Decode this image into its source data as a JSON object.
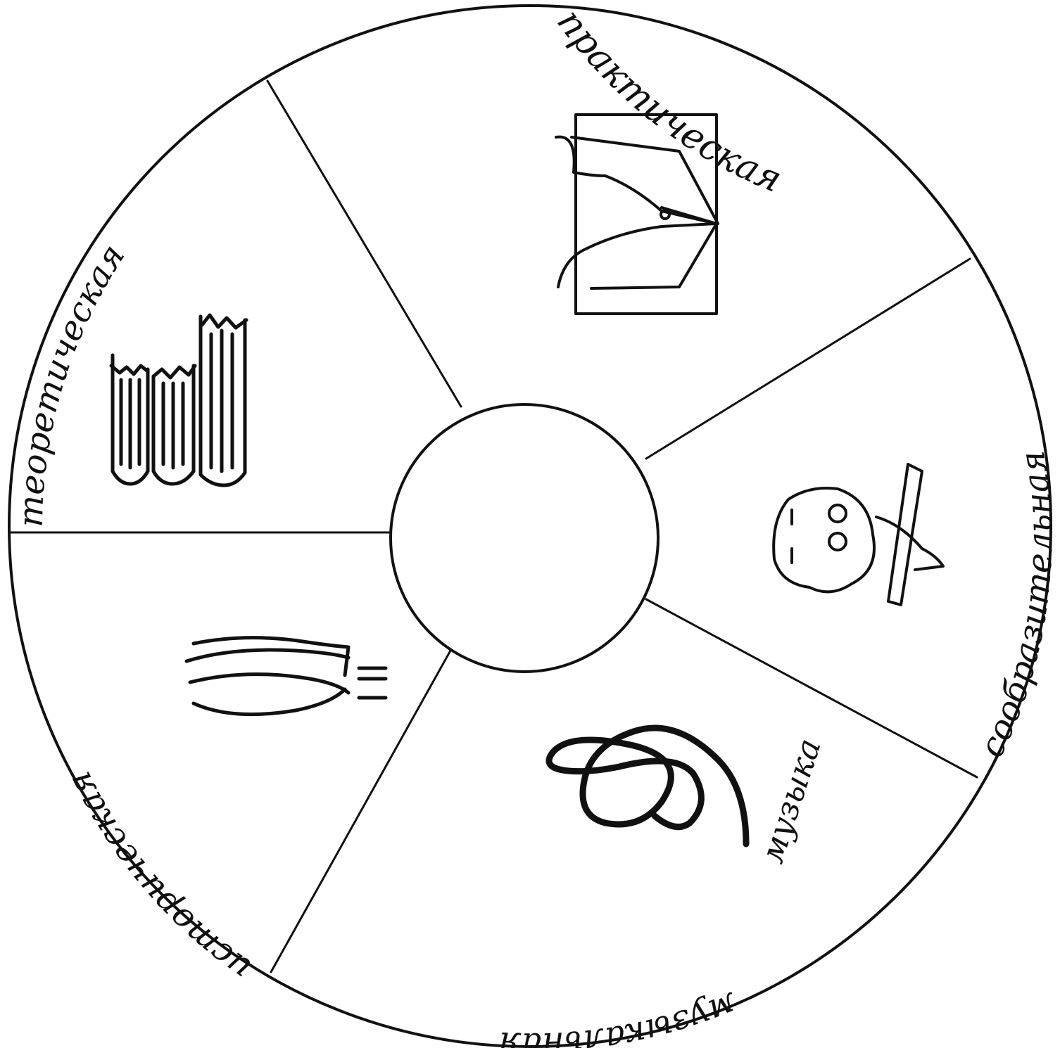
{
  "diagram": {
    "ink_color": "#111111",
    "background": "#ffffff",
    "segments": [
      {
        "id": "theoretical",
        "label": "теоретическая",
        "icon": "books-icon"
      },
      {
        "id": "practical",
        "label": "практическая",
        "icon": "open-book-pen-icon"
      },
      {
        "id": "ingenuity",
        "label": "сообразительная",
        "icon": "child-with-pencil-icon"
      },
      {
        "id": "musical",
        "label": "музыкальная",
        "icon": "treble-clef-icon",
        "inner_label": "музыка"
      },
      {
        "id": "historical",
        "label": "историческая",
        "icon": "boat-icon"
      }
    ],
    "center": {
      "label": ""
    }
  }
}
